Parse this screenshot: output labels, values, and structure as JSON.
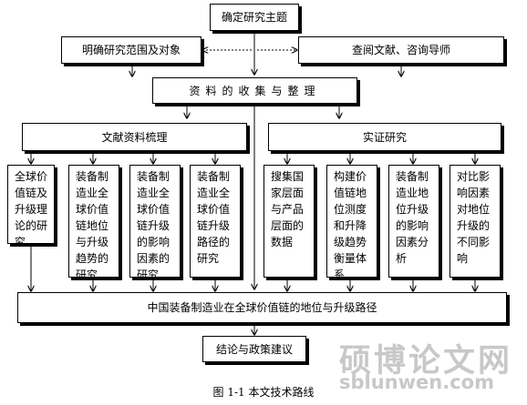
{
  "title_node": "确定研究主题",
  "left_input": "明确研究范围及对象",
  "right_input": "查阅文献、咨询导师",
  "collect_node": "资料的收集与整理",
  "branch_left": "文献资料梳理",
  "branch_right": "实证研究",
  "left_items": [
    "全球价值链及升级理论的研究",
    "装备制造业全球价值链地位与升级趋势的研究",
    "装备制造业全球价值链升级的影响因素的研究",
    "装备制造业全球价值链升级路径的研究"
  ],
  "right_items": [
    "搜集国家层面与产品层面的数据",
    "构建价值链地位测度和升降级趋势衡量体系",
    "装备制造业地位升级的影响因素分析",
    "对比影响因素对地位升级的不同影响"
  ],
  "synthesis_node": "中国装备制造业在全球价值链的地位与升级路径",
  "conclusion_node": "结论与政策建议",
  "caption": "图 1-1  本文技术路线",
  "watermark_cn": "硕博论文网",
  "watermark_en": "sblunwen.com"
}
